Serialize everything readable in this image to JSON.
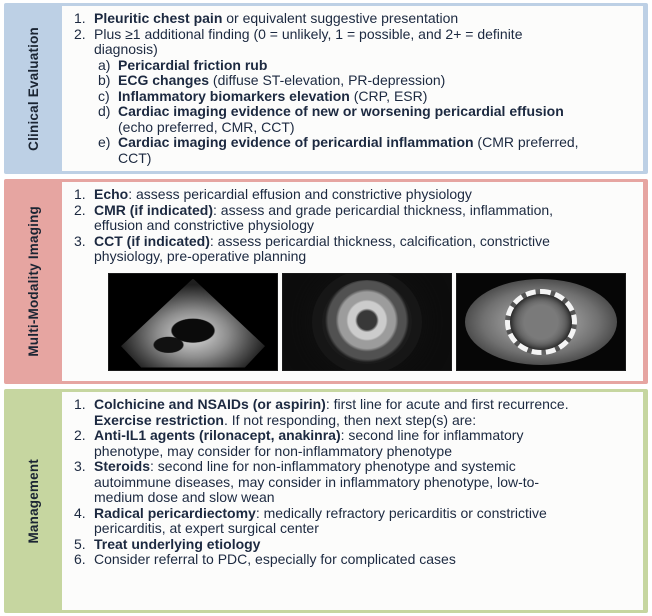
{
  "figure": {
    "sections": [
      {
        "id": "clinical-evaluation",
        "label": "Clinical Evaluation",
        "panel_color": "#bdd0e5",
        "items": [
          {
            "marker": "1.",
            "indent": 0,
            "segments": [
              {
                "t": "Pleuritic chest pain",
                "b": true
              },
              {
                "t": " or equivalent suggestive presentation",
                "b": false
              }
            ]
          },
          {
            "marker": "2.",
            "indent": 0,
            "segments": [
              {
                "t": "Plus ≥1 additional finding (0 = unlikely, 1 = possible, and 2+ = definite diagnosis)",
                "b": false
              }
            ]
          },
          {
            "marker": "a)",
            "indent": 1,
            "segments": [
              {
                "t": "Pericardial friction rub",
                "b": true
              }
            ]
          },
          {
            "marker": "b)",
            "indent": 1,
            "segments": [
              {
                "t": "ECG changes",
                "b": true
              },
              {
                "t": " (diffuse ST-elevation, PR-depression)",
                "b": false
              }
            ]
          },
          {
            "marker": "c)",
            "indent": 1,
            "segments": [
              {
                "t": "Inflammatory biomarkers elevation",
                "b": true
              },
              {
                "t": " (CRP, ESR)",
                "b": false
              }
            ]
          },
          {
            "marker": "d)",
            "indent": 1,
            "segments": [
              {
                "t": "Cardiac imaging evidence of new or worsening pericardial effusion",
                "b": true
              },
              {
                "t": " (echo preferred, CMR, CCT)",
                "b": false
              }
            ]
          },
          {
            "marker": "e)",
            "indent": 1,
            "segments": [
              {
                "t": "Cardiac imaging evidence of pericardial inflammation",
                "b": true
              },
              {
                "t": " (CMR preferred, CCT)",
                "b": false
              }
            ]
          }
        ]
      },
      {
        "id": "multi-modality-imaging",
        "label": "Multi-Modality Imaging",
        "panel_color": "#e6a5a1",
        "items": [
          {
            "marker": "1.",
            "indent": 0,
            "segments": [
              {
                "t": "Echo",
                "b": true
              },
              {
                "t": ": assess pericardial effusion and constrictive physiology",
                "b": false
              }
            ]
          },
          {
            "marker": "2.",
            "indent": 0,
            "segments": [
              {
                "t": "CMR (if indicated)",
                "b": true
              },
              {
                "t": ": assess and grade pericardial thickness, inflammation, effusion and constrictive physiology",
                "b": false
              }
            ]
          },
          {
            "marker": "3.",
            "indent": 0,
            "segments": [
              {
                "t": "CCT (if indicated)",
                "b": true
              },
              {
                "t": ": assess pericardial thickness, calcification, constrictive physiology, pre-operative planning",
                "b": false
              }
            ]
          }
        ],
        "images": [
          {
            "name": "echocardiogram"
          },
          {
            "name": "cardiac-mr"
          },
          {
            "name": "cardiac-ct"
          }
        ]
      },
      {
        "id": "management",
        "label": "Management",
        "panel_color": "#c6d6a0",
        "items": [
          {
            "marker": "1.",
            "indent": 0,
            "segments": [
              {
                "t": "Colchicine and NSAIDs (or aspirin)",
                "b": true
              },
              {
                "t": ": first line for acute and first recurrence. ",
                "b": false
              },
              {
                "t": "Exercise restriction",
                "b": true
              },
              {
                "t": ". If not responding, then next step(s) are:",
                "b": false
              }
            ]
          },
          {
            "marker": "2.",
            "indent": 0,
            "segments": [
              {
                "t": "Anti-IL1 agents (rilonacept, anakinra)",
                "b": true
              },
              {
                "t": ": second line for inflammatory phenotype, may consider for non-inflammatory phenotype",
                "b": false
              }
            ]
          },
          {
            "marker": "3.",
            "indent": 0,
            "segments": [
              {
                "t": "Steroids",
                "b": true
              },
              {
                "t": ": second line for non-inflammatory phenotype and systemic autoimmune diseases, may consider in inflammatory phenotype, low-to-medium dose and slow wean",
                "b": false
              }
            ]
          },
          {
            "marker": "4.",
            "indent": 0,
            "segments": [
              {
                "t": "Radical pericardiectomy",
                "b": true
              },
              {
                "t": ": medically refractory pericarditis or constrictive pericarditis, at expert surgical center",
                "b": false
              }
            ]
          },
          {
            "marker": "5.",
            "indent": 0,
            "segments": [
              {
                "t": "Treat underlying etiology",
                "b": true
              }
            ]
          },
          {
            "marker": "6.",
            "indent": 0,
            "segments": [
              {
                "t": "Consider referral to PDC, especially for complicated cases",
                "b": false
              }
            ]
          }
        ]
      }
    ]
  }
}
